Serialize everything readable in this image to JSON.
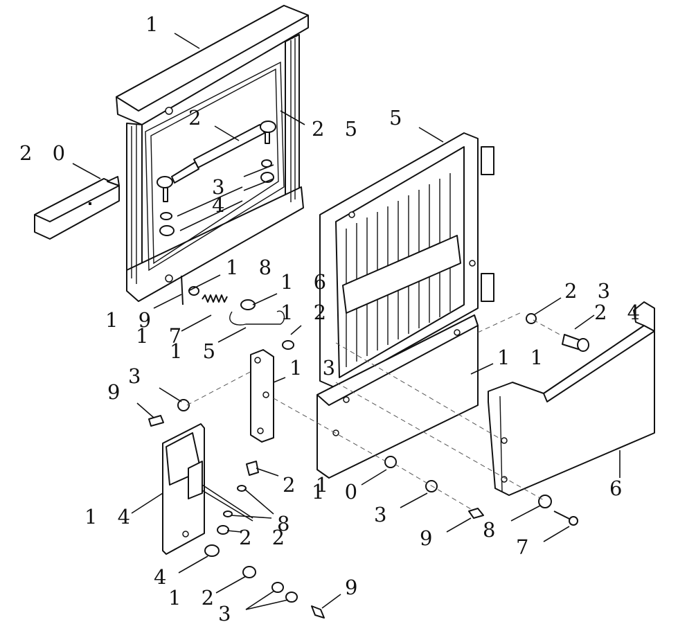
{
  "labels": {
    "l1": "1",
    "l2": "2",
    "l25": "2 5",
    "l20": "2 0",
    "l3a": "3",
    "l4a": "4",
    "l5": "5",
    "l18": "1 8",
    "l16": "1 6",
    "l19": "1 9",
    "l17": "1 7",
    "l15": "1 5",
    "l12a": "1 2",
    "l13": "1 3",
    "l11": "1 1",
    "l23": "2 3",
    "l24": "2 4",
    "l9a": "9",
    "l3b": "3",
    "l21": "2 1",
    "l10": "1 0",
    "l14": "1 4",
    "l8a": "8",
    "l22": "2 2",
    "l3c": "3",
    "l9b": "9",
    "l8b": "8",
    "l6": "6",
    "l7": "7",
    "l4b": "4",
    "l12b": "1 2",
    "l3d": "3",
    "l9c": "9"
  }
}
